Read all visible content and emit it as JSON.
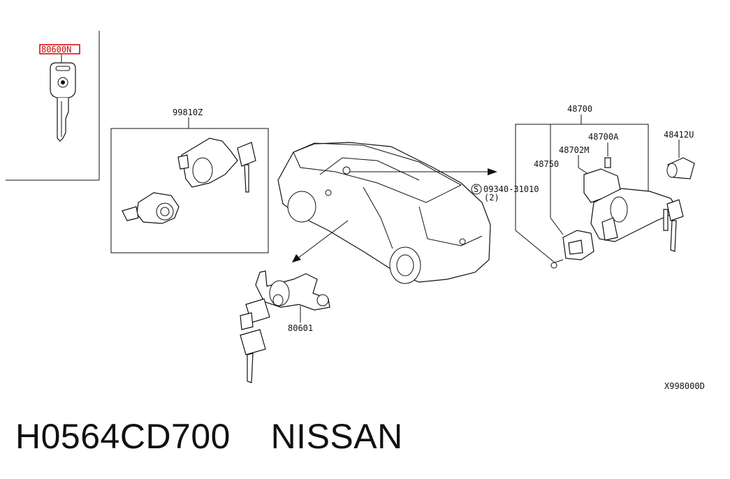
{
  "diagram": {
    "labels": {
      "key_part": "80600N",
      "cyl_set": "99810Z",
      "lock_assy": "48700",
      "lock_sub_a": "48700A",
      "lock_sub_m": "48702M",
      "lock_body": "48750",
      "knob": "48412U",
      "screw": "09340-31010",
      "screw_qty": "(2)",
      "screw_symbol": "S",
      "door_cyl": "80601",
      "ref_code": "X998000D"
    }
  },
  "footer": {
    "part_number": "H0564CD700",
    "brand": "NISSAN"
  }
}
